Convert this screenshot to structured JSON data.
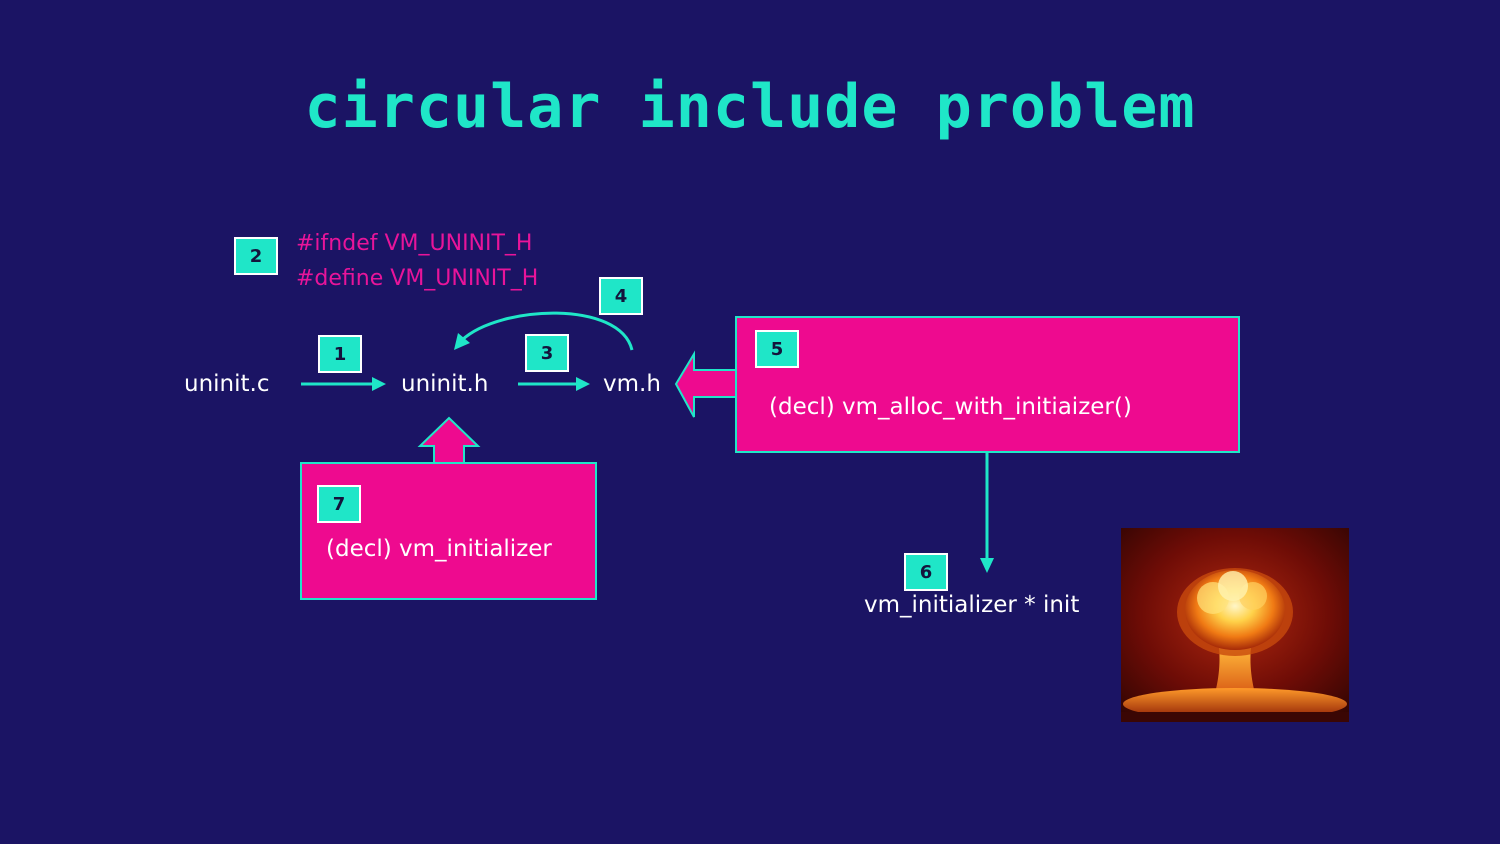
{
  "title": "circular include problem",
  "nodes": {
    "uninit_c": "uninit.c",
    "uninit_h": "uninit.h",
    "vm_h": "vm.h"
  },
  "guard": {
    "line1": "#ifndef VM_UNINIT_H",
    "line2": "#define VM_UNINIT_H"
  },
  "badges": [
    "1",
    "2",
    "3",
    "4",
    "5",
    "6",
    "7"
  ],
  "box5": {
    "text": "(decl) vm_alloc_with_initiaizer()"
  },
  "box7": {
    "text": "(decl) vm_initializer"
  },
  "result": {
    "text": "vm_initializer * init"
  },
  "image": {
    "name": "nuclear-explosion-image"
  },
  "colors": {
    "background": "#1b1464",
    "accent": "#1fe6c8",
    "pink": "#ee0a8f",
    "text": "#ffffff"
  }
}
